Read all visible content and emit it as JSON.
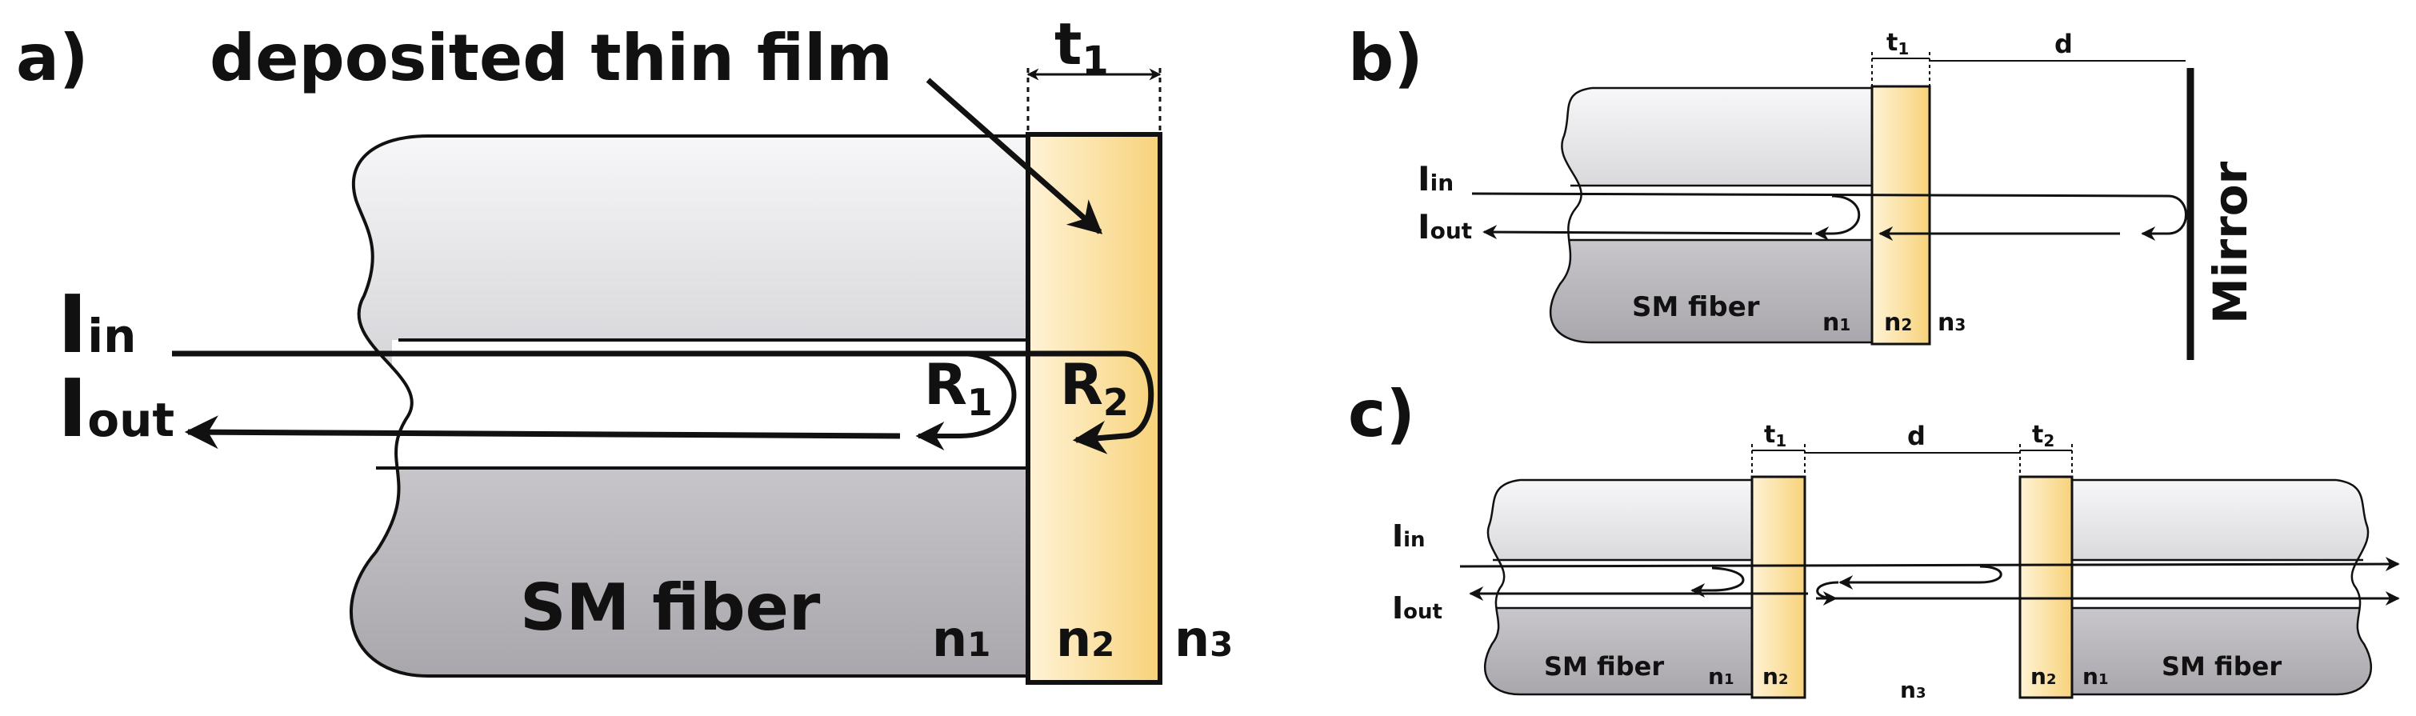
{
  "panel_a": {
    "label": "a)",
    "film_caption": "deposited thin film",
    "thickness": {
      "main": "t",
      "sub": "1"
    },
    "input": {
      "main": "I",
      "sub": "in"
    },
    "output": {
      "main": "I",
      "sub": "out"
    },
    "reflection_1": {
      "main": "R",
      "sub": "1"
    },
    "reflection_2": {
      "main": "R",
      "sub": "2"
    },
    "fiber_label": "SM fiber",
    "index_1": {
      "main": "n",
      "sub": "1"
    },
    "index_2": {
      "main": "n",
      "sub": "2"
    },
    "index_3": {
      "main": "n",
      "sub": "3"
    }
  },
  "panel_b": {
    "label": "b)",
    "thickness": {
      "main": "t",
      "sub": "1"
    },
    "gap": "d",
    "mirror_label": "Mirror",
    "input": {
      "main": "I",
      "sub": "in"
    },
    "output": {
      "main": "I",
      "sub": "out"
    },
    "fiber_label": "SM fiber",
    "index_1": {
      "main": "n",
      "sub": "1"
    },
    "index_2": {
      "main": "n",
      "sub": "2"
    },
    "index_3": {
      "main": "n",
      "sub": "3"
    }
  },
  "panel_c": {
    "label": "c)",
    "thickness_1": {
      "main": "t",
      "sub": "1"
    },
    "thickness_2": {
      "main": "t",
      "sub": "2"
    },
    "gap": "d",
    "input": {
      "main": "I",
      "sub": "in"
    },
    "output": {
      "main": "I",
      "sub": "out"
    },
    "fiber_left_label": "SM fiber",
    "fiber_right_label": "SM fiber",
    "index_1_left": {
      "main": "n",
      "sub": "1"
    },
    "index_2_left": {
      "main": "n",
      "sub": "2"
    },
    "index_3": {
      "main": "n",
      "sub": "3"
    },
    "index_2_right": {
      "main": "n",
      "sub": "2"
    },
    "index_1_right": {
      "main": "n",
      "sub": "1"
    }
  },
  "colors": {
    "film_light": "#fff3d6",
    "film_dark": "#f7d27a",
    "fiber_light": "#f7f7f9",
    "fiber_dark": "#a9a6ac",
    "line": "#111111"
  }
}
